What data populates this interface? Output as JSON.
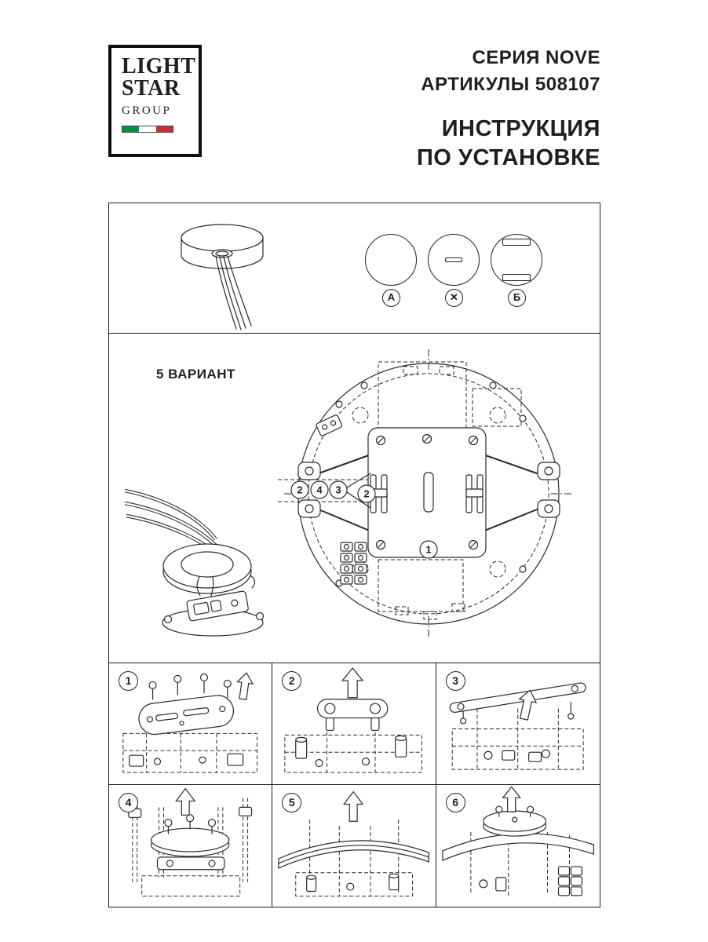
{
  "logo": {
    "lines": [
      "LIGHT",
      "STAR",
      "GROUP"
    ],
    "flag_colors": [
      "#009246",
      "#ffffff",
      "#ce2b37"
    ]
  },
  "header": {
    "series": "СЕРИЯ NOVE",
    "articles": "АРТИКУЛЫ 508107",
    "title1": "ИНСТРУКЦИЯ",
    "title2": "ПО УСТАНОВКЕ"
  },
  "mount_panel": {
    "label_a": "А",
    "label_x": "✕",
    "label_b": "Б"
  },
  "variant_panel": {
    "label": "5 ВАРИАНТ",
    "callout_2a": "2",
    "callout_4": "4",
    "callout_3": "3",
    "callout_2b": "2",
    "callout_1": "1"
  },
  "steps": [
    {
      "number": "1"
    },
    {
      "number": "2"
    },
    {
      "number": "3"
    },
    {
      "number": "4"
    },
    {
      "number": "5"
    },
    {
      "number": "6"
    }
  ],
  "colors": {
    "ink": "#1f1f1f",
    "line": "#2a2a2a"
  }
}
